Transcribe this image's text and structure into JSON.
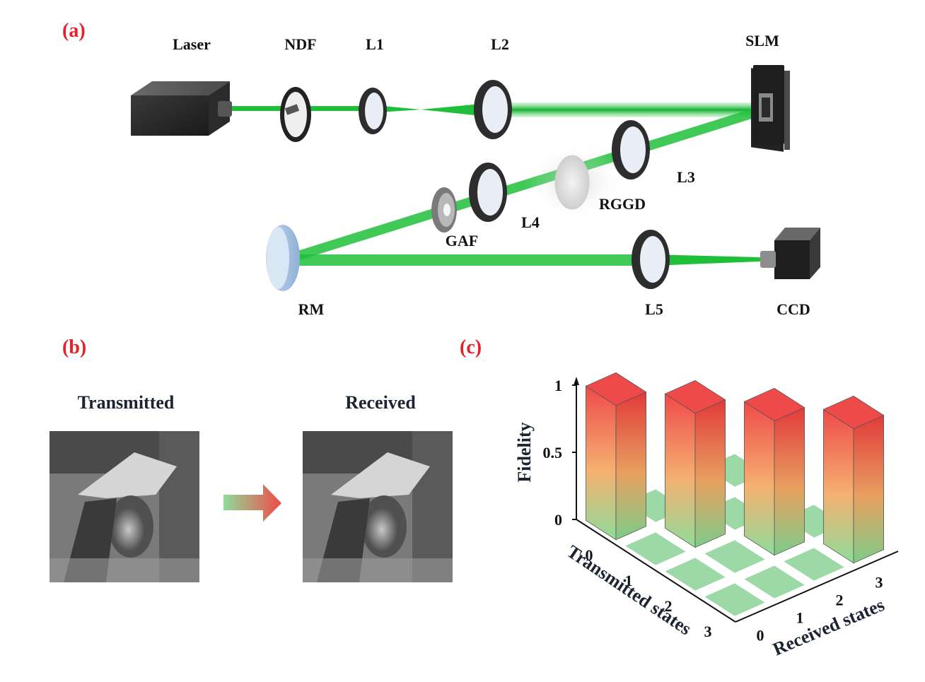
{
  "panels": {
    "a": {
      "tag": "(a)"
    },
    "b": {
      "tag": "(b)",
      "transmitted_label": "Transmitted",
      "received_label": "Received"
    },
    "c": {
      "tag": "(c)"
    }
  },
  "components": {
    "laser": "Laser",
    "ndf": "NDF",
    "l1": "L1",
    "l2": "L2",
    "slm": "SLM",
    "l3": "L3",
    "rggd": "RGGD",
    "l4": "L4",
    "gaf": "GAF",
    "rm": "RM",
    "l5": "L5",
    "ccd": "CCD"
  },
  "colors": {
    "tag_red": "#e8202a",
    "beam_green": "#1fbf3a",
    "bar_top": "#ef4a4a",
    "bar_bottom": "#8fdc9a",
    "tile_green": "#9cd9a6",
    "axis_text": "#1c2433"
  },
  "chart_data": {
    "type": "bar3d",
    "title": "",
    "zlabel": "Fidelity",
    "xlabel": "Transmitted states",
    "ylabel": "Received states",
    "x_ticks": [
      "0",
      "1",
      "2",
      "3"
    ],
    "y_ticks": [
      "0",
      "1",
      "2",
      "3"
    ],
    "z_ticks": [
      "0",
      "0.5",
      "1"
    ],
    "zlim": [
      0,
      1
    ],
    "matrix": [
      [
        1,
        0,
        0,
        0
      ],
      [
        0,
        1,
        0,
        0
      ],
      [
        0,
        0,
        1,
        0
      ],
      [
        0,
        0,
        0,
        1
      ]
    ]
  }
}
